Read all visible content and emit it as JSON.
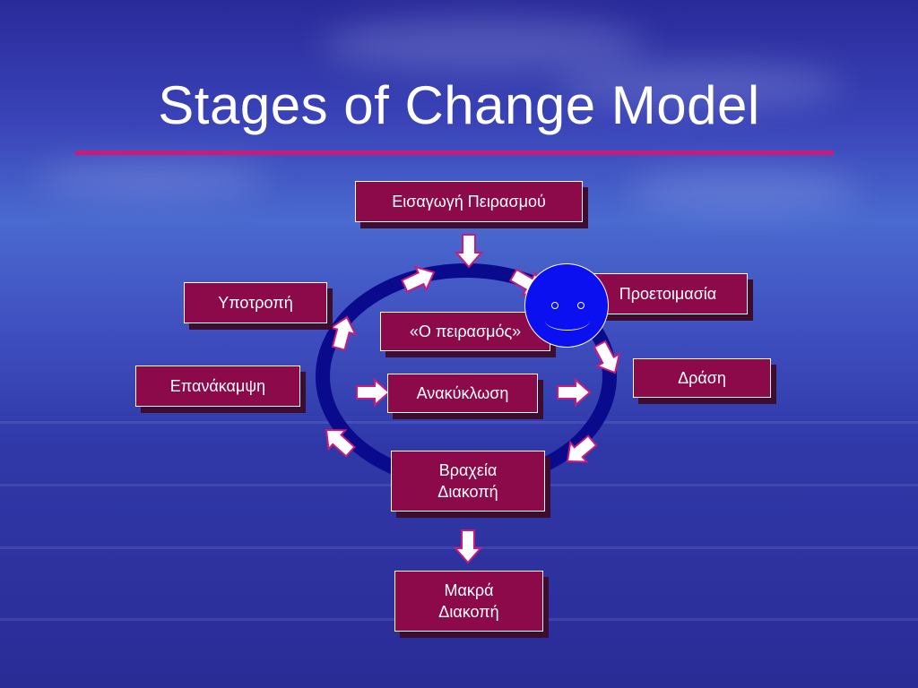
{
  "slide": {
    "title": "Stages of Change Model"
  },
  "colors": {
    "title_rule": "#cc1a7a",
    "box_fill": "#8c0a4a",
    "cycle_ring": "#0a0a8c",
    "arrow_fill": "#ffffff",
    "arrow_stroke": "#cc1a7a",
    "smiley_fill": "#0a10f0"
  },
  "diagram": {
    "stages": {
      "temptation_intro": "Εισαγωγή Πειρασμού",
      "preparation": "Προετοιμασία",
      "relapse": "Υποτροπή",
      "action": "Δράση",
      "return": "Επανάκαμψη",
      "temptation": "«Ο πειρασμός»",
      "recycling": "Ανακύκλωση",
      "short_break_line1": "Βραχεία",
      "short_break_line2": "Διακοπή",
      "long_break_line1": "Μακρά",
      "long_break_line2": "Διακοπή"
    },
    "icons": {
      "face": "smiley-face-icon"
    }
  }
}
